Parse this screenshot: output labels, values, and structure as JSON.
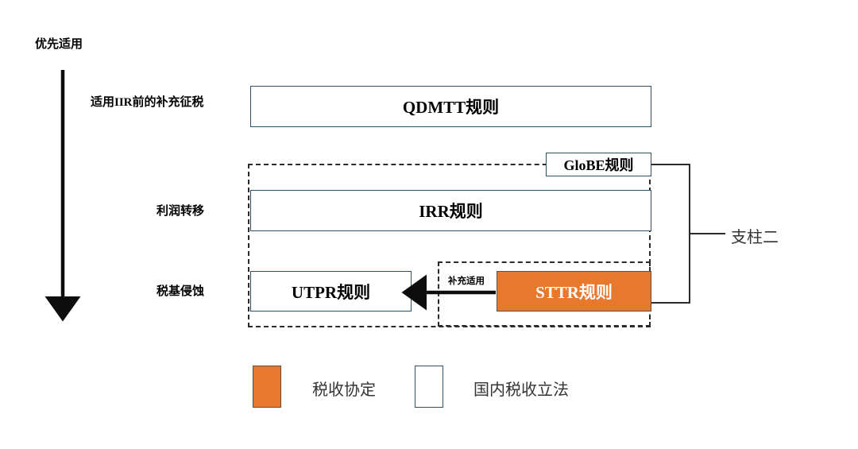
{
  "diagram": {
    "title_axis_label": "优先适用",
    "row_labels": [
      {
        "id": "pre-iir",
        "text": "适用IIR前的补充征税"
      },
      {
        "id": "profit-shifting",
        "text": "利润转移"
      },
      {
        "id": "base-erosion",
        "text": "税基侵蚀"
      }
    ],
    "boxes": [
      {
        "id": "qdmtt",
        "label": "QDMTT规则",
        "kind": "domestic",
        "color": "#ffffff",
        "border": "#2d4f63"
      },
      {
        "id": "globe",
        "label": "GloBE规则",
        "kind": "domestic",
        "color": "#ffffff",
        "border": "#2d4f63"
      },
      {
        "id": "irr",
        "label": "IRR规则",
        "kind": "domestic",
        "color": "#ffffff",
        "border": "#2d4f63"
      },
      {
        "id": "utpr",
        "label": "UTPR规则",
        "kind": "domestic",
        "color": "#ffffff",
        "border": "#2d4f63"
      },
      {
        "id": "sttr",
        "label": "STTR规则",
        "kind": "treaty",
        "color": "#E8782C",
        "border": "#595047"
      }
    ],
    "arrow_label": "补充适用",
    "bracket_label": "支柱二",
    "legend": [
      {
        "id": "treaty",
        "label": "税收协定",
        "color": "#E8782C",
        "border": "#595047"
      },
      {
        "id": "domestic",
        "label": "国内税收立法",
        "color": "#ffffff",
        "border": "#2d4f63"
      }
    ]
  }
}
